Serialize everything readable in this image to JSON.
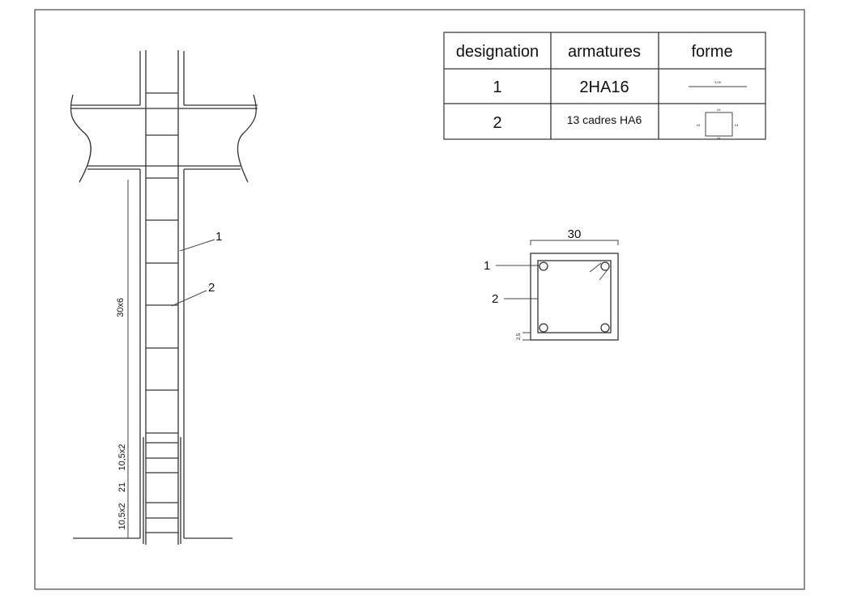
{
  "table": {
    "headers": [
      "designation",
      "armatures",
      "forme"
    ],
    "rows": [
      {
        "designation": "1",
        "armatures": "2HA16",
        "forme_label": "3,05"
      },
      {
        "designation": "2",
        "armatures": "13 cadres HA6",
        "forme_labels": [
          "24",
          "24",
          "24",
          "24"
        ]
      }
    ]
  },
  "elevation": {
    "dim_main": "30x6",
    "dim_lower_1": "10,5x2",
    "dim_middle": "21",
    "dim_lower_2": "10,5x2",
    "leader_1": "1",
    "leader_2": "2"
  },
  "section": {
    "width_dim": "30",
    "cover_dim": "2,5",
    "leader_1": "1",
    "leader_2": "2"
  }
}
